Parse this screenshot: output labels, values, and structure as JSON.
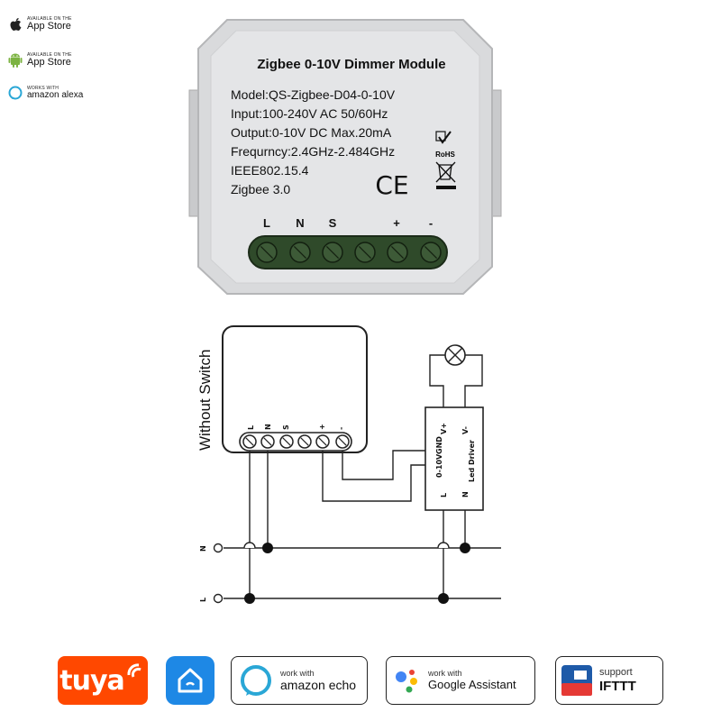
{
  "badges": [
    {
      "small": "AVAILABLE ON THE",
      "big": "App Store",
      "icon": "apple-icon"
    },
    {
      "small": "AVAILABLE ON THE",
      "big": "App Store",
      "icon": "android-icon"
    },
    {
      "small": "WORKS WITH",
      "big": "amazon alexa",
      "icon": "alexa-icon"
    }
  ],
  "module": {
    "title": "Zigbee 0-10V Dimmer Module",
    "specs": [
      "Model:QS-Zigbee-D04-0-10V",
      "Input:100-240V AC 50/60Hz",
      "Output:0-10V DC Max.20mA",
      "Frequrncy:2.4GHz-2.484GHz",
      "IEEE802.15.4",
      "Zigbee 3.0"
    ],
    "ce": "CE",
    "rohs": "RoHS",
    "terminals": [
      "L",
      "N",
      "S",
      "+",
      "-"
    ]
  },
  "diagram": {
    "side_label": "Without Switch",
    "terminals": [
      "L",
      "N",
      "S",
      "+",
      "-"
    ],
    "driver_label": "Led Driver",
    "driver_top": [
      "V+",
      "V-"
    ],
    "driver_mid": [
      "0-10V",
      "GND"
    ],
    "driver_bot": [
      "L",
      "N"
    ],
    "lines": [
      "N",
      "L"
    ]
  },
  "logos": {
    "tuya": "tuya",
    "echo_small": "work with",
    "echo_big": "amazon echo",
    "google_small": "work with",
    "google_big": "Google Assistant",
    "ifttt_small": "support",
    "ifttt_big": "IFTTT"
  },
  "colors": {
    "module_body": "#d9dadc",
    "terminal_green": "#2f4a2a",
    "tuya": "#ff4800",
    "home": "#1e88e5",
    "ifttt_red": "#e53935",
    "ifttt_blue": "#1e5aa8"
  }
}
